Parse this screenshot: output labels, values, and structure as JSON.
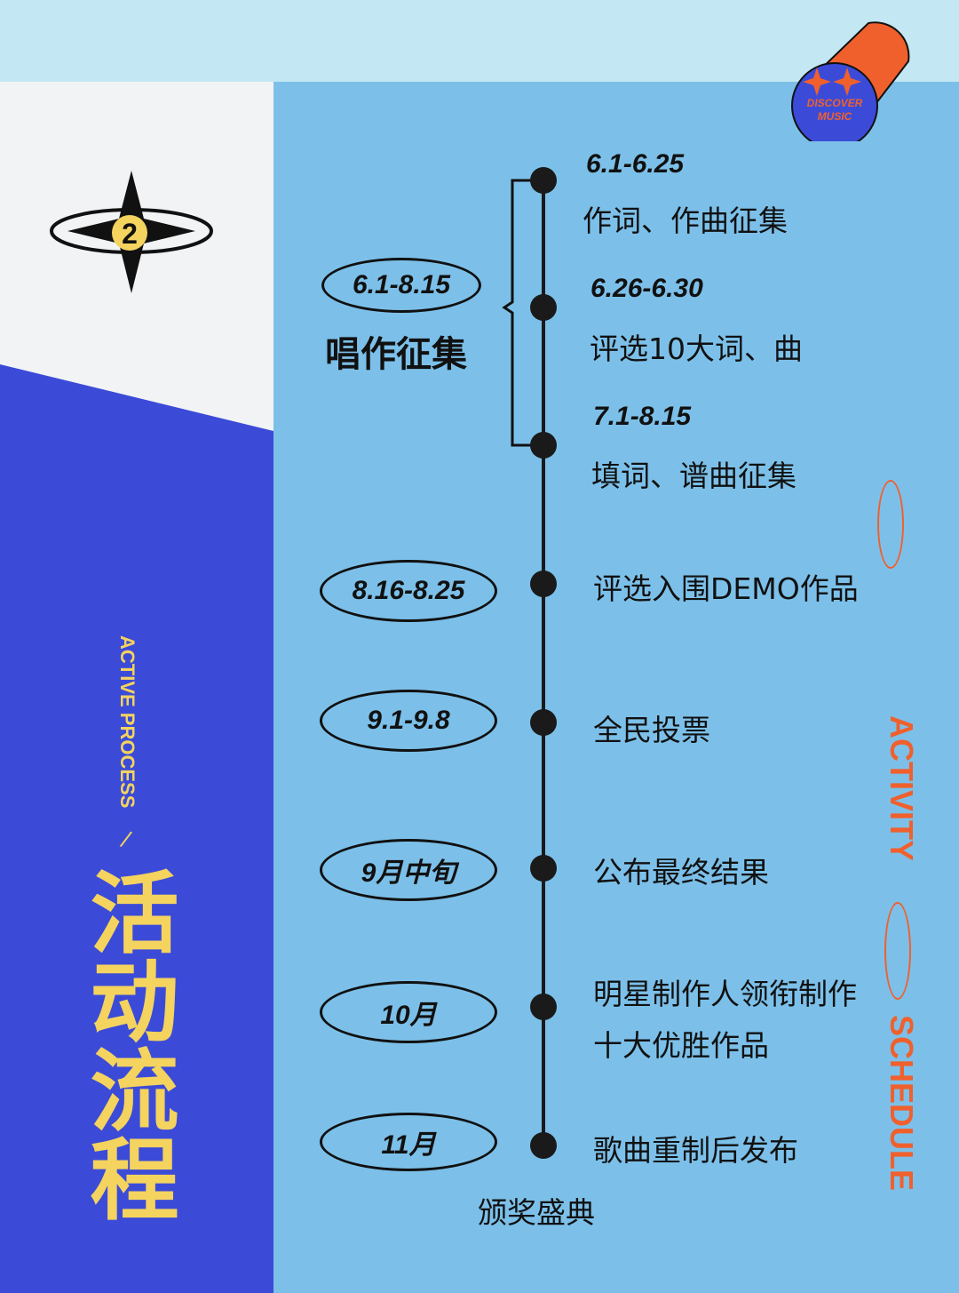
{
  "logo": {
    "text": "DISCOVER MUSIC",
    "colors": {
      "circle": "#3b4bd8",
      "cylinder": "#f0602d"
    }
  },
  "badge": {
    "number": "2"
  },
  "side": {
    "subtitle": "ACTIVE PROCESS",
    "slash": "/",
    "title": "活动流程"
  },
  "group": {
    "date": "6.1-8.15",
    "label": "唱作征集"
  },
  "steps": [
    {
      "date": "6.1-6.25",
      "text": "作词、作曲征集"
    },
    {
      "date": "6.26-6.30",
      "text": "评选10大词、曲"
    },
    {
      "date": "7.1-8.15",
      "text": "填词、谱曲征集"
    }
  ],
  "milestones": [
    {
      "date": "8.16-8.25",
      "text": "评选入围DEMO作品"
    },
    {
      "date": "9.1-9.8",
      "text": "全民投票"
    },
    {
      "date": "9月中旬",
      "text": "公布最终结果"
    },
    {
      "date": "10月",
      "text": "明星制作人领衔制作",
      "text2": "十大优胜作品"
    },
    {
      "date": "11月",
      "text": "歌曲重制后发布"
    }
  ],
  "footer": "颁奖盛典",
  "vertical": {
    "top": "ACTIVITY",
    "bottom": "SCHEDULE"
  },
  "colors": {
    "accent": "#f0602d",
    "yellow": "#f4d35e",
    "blue": "#3b4bd8",
    "sky": "#7cc0e9"
  }
}
